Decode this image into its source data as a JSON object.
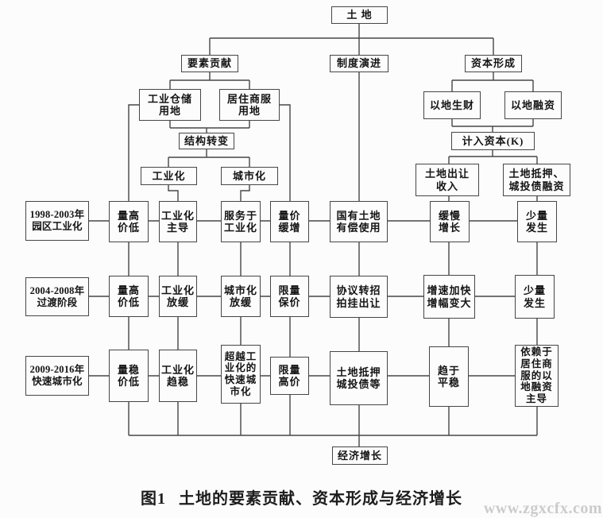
{
  "figure": {
    "caption_prefix": "图1",
    "caption_title": "土地的要素贡献、资本形成与经济增长",
    "watermark": "www.zgxcfx.com"
  },
  "colors": {
    "line": "#464646",
    "text": "#141414",
    "background": "#fcfcfc",
    "watermark": "#cbcbcb"
  },
  "nodes": [
    {
      "id": "land",
      "label": "土 地"
    },
    {
      "id": "factor-contribution",
      "label": "要素贡献"
    },
    {
      "id": "institution-evolution",
      "label": "制度演进"
    },
    {
      "id": "capital-formation",
      "label": "资本形成"
    },
    {
      "id": "industrial-storage-land",
      "label": "工业仓储\n用地"
    },
    {
      "id": "residential-commercial-land",
      "label": "居住商服\n用地"
    },
    {
      "id": "land-for-revenue",
      "label": "以地生财"
    },
    {
      "id": "land-for-financing",
      "label": "以地融资"
    },
    {
      "id": "structural-transformation",
      "label": "结构转变"
    },
    {
      "id": "counted-as-capital",
      "label": "计入资本(K)"
    },
    {
      "id": "industrialization",
      "label": "工业化"
    },
    {
      "id": "urbanization",
      "label": "城市化"
    },
    {
      "id": "land-transfer-income",
      "label": "土地出让\n收入"
    },
    {
      "id": "land-mortgage-bond-financing",
      "label": "土地抵押、\n城投债融资"
    },
    {
      "id": "phase1",
      "label": "1998-2003年\n园区工业化"
    },
    {
      "id": "r1c2",
      "label": "量高\n价低"
    },
    {
      "id": "r1c3",
      "label": "工业化\n主导"
    },
    {
      "id": "r1c4",
      "label": "服务于\n工业化"
    },
    {
      "id": "r1c5",
      "label": "量价\n缓增"
    },
    {
      "id": "r1c6",
      "label": "国有土地\n有偿使用"
    },
    {
      "id": "r1c7",
      "label": "缓慢\n增长"
    },
    {
      "id": "r1c8",
      "label": "少量\n发生"
    },
    {
      "id": "phase2",
      "label": "2004-2008年\n过渡阶段"
    },
    {
      "id": "r2c2",
      "label": "量高\n价低"
    },
    {
      "id": "r2c3",
      "label": "工业化\n放缓"
    },
    {
      "id": "r2c4",
      "label": "城市化\n放缓"
    },
    {
      "id": "r2c5",
      "label": "限量\n保价"
    },
    {
      "id": "r2c6",
      "label": "协议转招\n拍挂出让"
    },
    {
      "id": "r2c7",
      "label": "增速加快\n增幅变大"
    },
    {
      "id": "r2c8",
      "label": "少量\n发生"
    },
    {
      "id": "phase3",
      "label": "2009-2016年\n快速城市化"
    },
    {
      "id": "r3c2",
      "label": "量稳\n价低"
    },
    {
      "id": "r3c3",
      "label": "工业化\n趋稳"
    },
    {
      "id": "r3c4",
      "label": "超越工\n业化的\n快速城\n市化"
    },
    {
      "id": "r3c5",
      "label": "限量\n高价"
    },
    {
      "id": "r3c6",
      "label": "土地抵押\n城投债等"
    },
    {
      "id": "r3c7",
      "label": "趋于\n平稳"
    },
    {
      "id": "r3c8",
      "label": "依赖于\n居住商\n服的以\n地融资\n主导"
    },
    {
      "id": "economic-growth",
      "label": "经济增长"
    }
  ]
}
